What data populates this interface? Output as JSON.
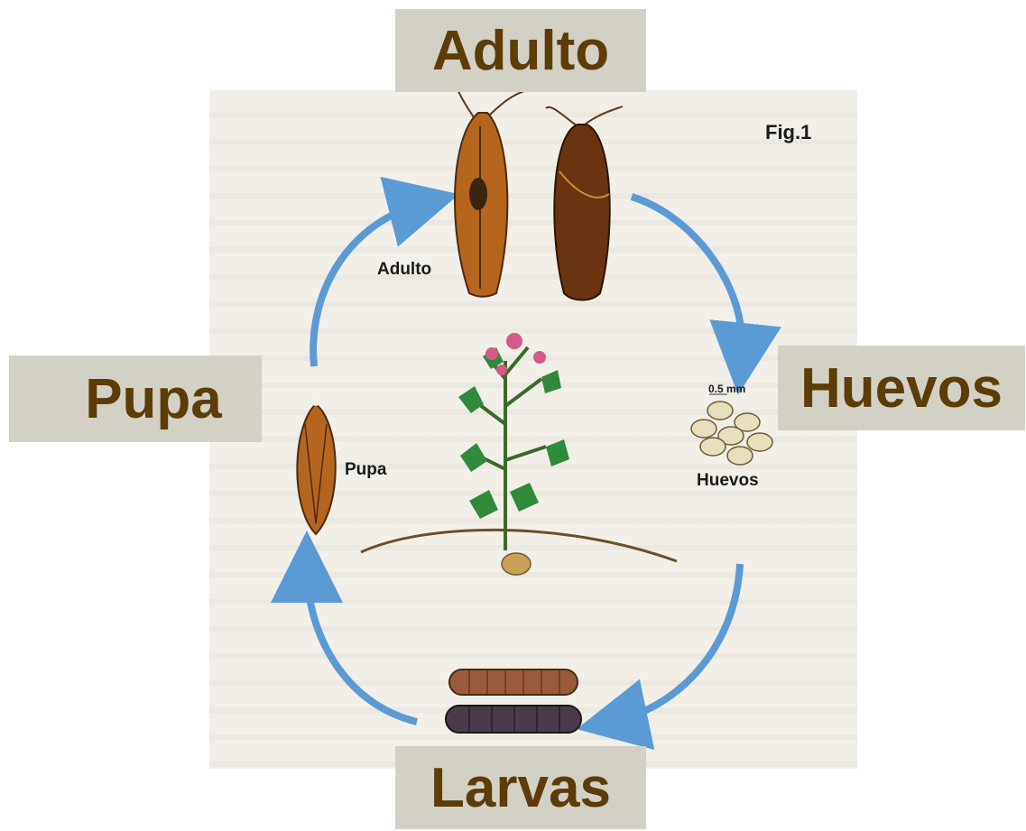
{
  "labels": {
    "adulto": "Adulto",
    "huevos": "Huevos",
    "pupa": "Pupa",
    "larvas": "Larvas"
  },
  "figure": {
    "fig_label": "Fig.1",
    "adulto_small": "Adulto",
    "pupa_small": "Pupa",
    "huevos_small": "Huevos",
    "scale_label": "0.5 mm"
  },
  "colors": {
    "label_box": "#d3d1c6",
    "label_text": "#5c3d06",
    "arrow": "#5b9bd5",
    "moth": "#b5651d",
    "leaf": "#2f8a3a",
    "flower": "#d45a88"
  }
}
